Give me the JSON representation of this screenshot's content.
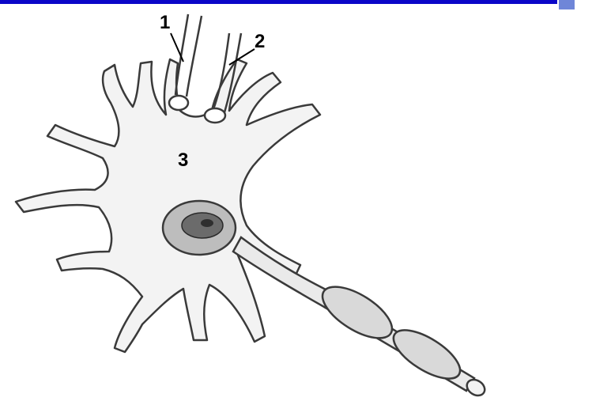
{
  "diagram": {
    "labels": [
      {
        "id": "label-1",
        "text": "1"
      },
      {
        "id": "label-2",
        "text": "2"
      },
      {
        "id": "label-3",
        "text": "3"
      }
    ]
  },
  "colors": {
    "top_bar": "#0a06c8",
    "corner_accent": "#6f86d8",
    "outline": "#3a3a3a",
    "body_fill": "#f3f3f3",
    "nucleus": "#6b6b6b",
    "myelin": "#d9d9d9"
  }
}
